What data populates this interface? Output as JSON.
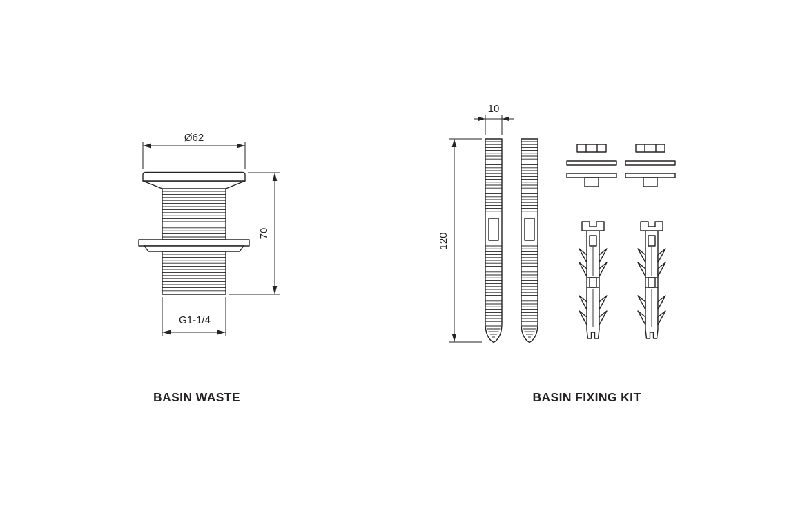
{
  "figure": {
    "background": "#ffffff",
    "ink": "#262324"
  },
  "basin_waste": {
    "title": "BASIN WASTE",
    "dim_diameter": "Ø62",
    "dim_height": "70",
    "dim_thread": "G1-1/4"
  },
  "fixing_kit": {
    "title": "BASIN FIXING KIT",
    "dim_width": "10",
    "dim_length": "120"
  }
}
